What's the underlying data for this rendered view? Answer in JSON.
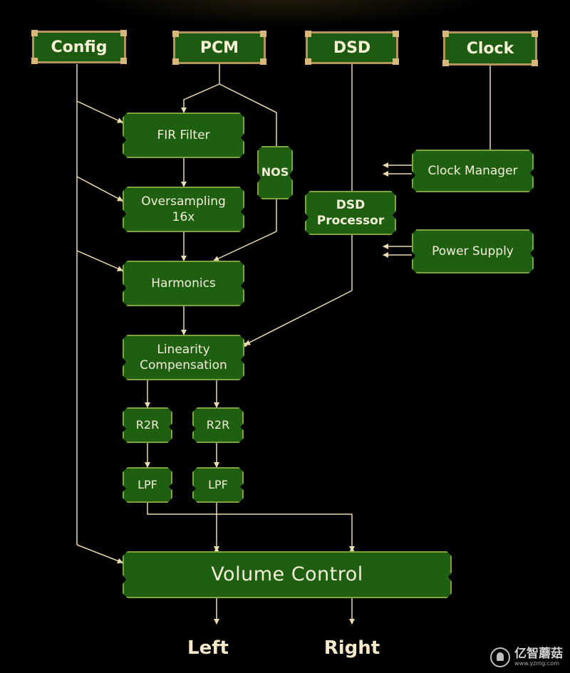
{
  "colors": {
    "background": "#000000",
    "node_fill": "#1f5f12",
    "node_border": "#7fa33f",
    "header_border": "#b4945a",
    "connector": "#e9dcae",
    "text": "#f3efd8"
  },
  "headers": {
    "config": "Config",
    "pcm": "PCM",
    "dsd": "DSD",
    "clock": "Clock"
  },
  "nodes": {
    "fir_filter": "FIR Filter",
    "nos": "NOS",
    "oversampling_line1": "Oversampling",
    "oversampling_line2": "16x",
    "harmonics": "Harmonics",
    "dsd_processor_line1": "DSD",
    "dsd_processor_line2": "Processor",
    "clock_manager": "Clock Manager",
    "power_supply": "Power Supply",
    "linearity_line1": "Linearity",
    "linearity_line2": "Compensation",
    "r2r_left": "R2R",
    "r2r_right": "R2R",
    "lpf_left": "LPF",
    "lpf_right": "LPF",
    "volume_control": "Volume Control"
  },
  "outputs": {
    "left": "Left",
    "right": "Right"
  },
  "watermark": {
    "logo_text": "亿智蘑菇",
    "url": "www.yzmg.com"
  }
}
